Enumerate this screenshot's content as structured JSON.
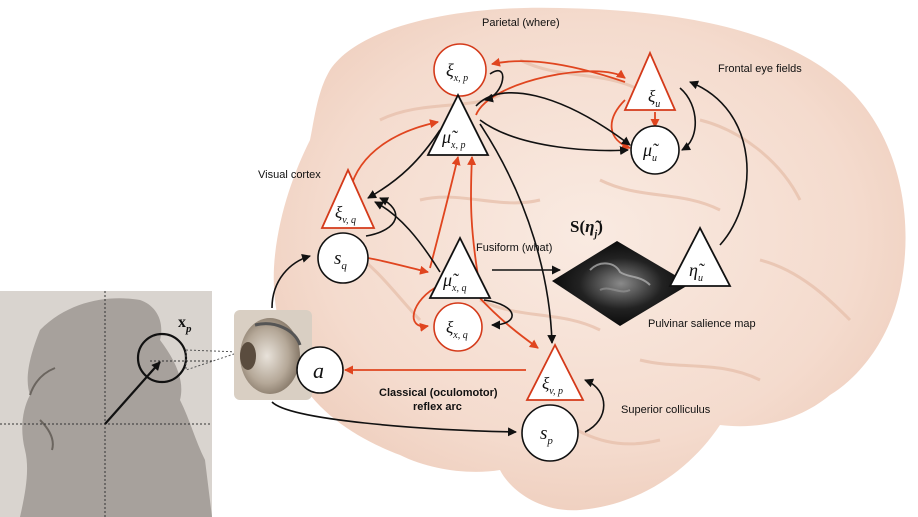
{
  "region_labels": {
    "parietal": "Parietal (where)",
    "frontal": "Frontal eye fields",
    "visual": "Visual cortex",
    "fusiform": "Fusiform (what)",
    "pulvinar": "Pulvinar salience map",
    "superior": "Superior colliculus",
    "reflex_line1": "Classical (oculomotor)",
    "reflex_line2": "reflex arc"
  },
  "nodes": {
    "xi_xp": {
      "base": "ξ",
      "sub": "x, p"
    },
    "xi_u": {
      "base": "ξ",
      "sub": "u"
    },
    "mu_xp": {
      "base": "μ̃",
      "sub": "x, p"
    },
    "mu_u": {
      "base": "μ̃",
      "sub": "u"
    },
    "xi_vq": {
      "base": "ξ",
      "sub": "v, q"
    },
    "s_q": {
      "base": "s",
      "sub": "q"
    },
    "mu_xq": {
      "base": "μ̃",
      "sub": "x, q"
    },
    "xi_xq": {
      "base": "ξ",
      "sub": "x, q"
    },
    "eta_u": {
      "base": "η̃",
      "sub": "u"
    },
    "xi_vp": {
      "base": "ξ",
      "sub": "v, p"
    },
    "a": {
      "base": "a",
      "sub": ""
    },
    "s_p": {
      "base": "s",
      "sub": "p"
    }
  },
  "salience_label": {
    "prefix": "S(",
    "base": "η̃",
    "sub": "j",
    "suffix": ")"
  },
  "fixation_label": {
    "base": "x",
    "sub": "p"
  },
  "colors": {
    "accent_red": "#e0451f",
    "brain": "#f3d7c8",
    "stroke": "#111111"
  }
}
